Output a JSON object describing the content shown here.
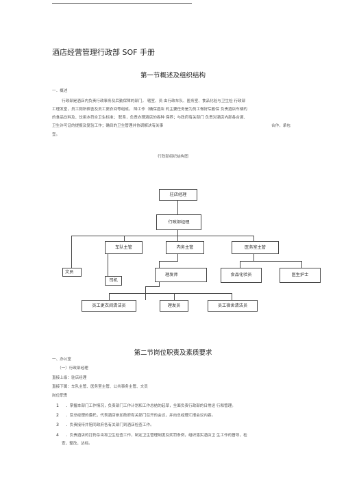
{
  "doc_title": "酒店经营管理行政部  SOF 手册",
  "section1": {
    "title": "第一节概述及组织结构",
    "heading": "一．概述",
    "lines": [
      "行政部是酒店内负责行政事务及后勤保障的部门，  辖室、员  由行政车队、医务室、食品化验与卫生检  行政部",
      "工理发室，员工厕所宿舍及员工更衣间等组成，   降工作（确保酒店 的主要任务是为员工做好后勤保  负责酒店车辆的",
      "的食品饮料及、饮用水符合卫生标准；  联系，负责办理酒店的各种  保养；与政府有关部门  负责对酒店内部各合酒、",
      "卫生许可证的提报及复验工作；确目的卫生管理并协调解决有关事",
      "宜。"
    ],
    "line4_right": "合作，承包"
  },
  "chart_caption": "行政部组织结构图",
  "org": {
    "gm": "驻店经理",
    "admin_mgr": "行政部经理",
    "fleet": "车队主管",
    "internal": "内务主管",
    "medical": "医务室主管",
    "clerk": "文员",
    "driver": "司机",
    "barber_master": "理发师",
    "food_tester": "食品化验员",
    "nurse": "医生护士",
    "locker_cleaner": "员工更衣间清洁员",
    "barber": "理发员",
    "dorm_cleaner": "员工宿舍清洁员"
  },
  "section2": {
    "title": "第二节岗位职责及素质要求",
    "dept": "一、办公室",
    "sub": "（一）行政部经理",
    "superior": "直接上级：驻店经理",
    "subordinates": "直接下属：车队主管、医务室主管、公共事务主管、文员",
    "duties_label": "岗位职责",
    "duties": [
      {
        "n": "1",
        "t": "．掌握本部门工作情况，负责部门工作计划和工作总结的起草，全面负责行政部的日常运  行和管理。"
      },
      {
        "n": "2",
        "t": "．受总经理的委托，代表酒店参加政府有关部门召开的会议，并向总经理汇报会议内容。"
      },
      {
        "n": "3",
        "t": "．负责接待并陪同政府各有关部门到酒店检查工作。"
      },
      {
        "n": "4",
        "t": "．负责酒店的打药杀虫和卫生检查工作，制定卫生管理制度及奖罚条例，组织落实酒店卫  生工作的督导，检"
      }
    ],
    "duty4_cont": "查，整改，达标。"
  }
}
